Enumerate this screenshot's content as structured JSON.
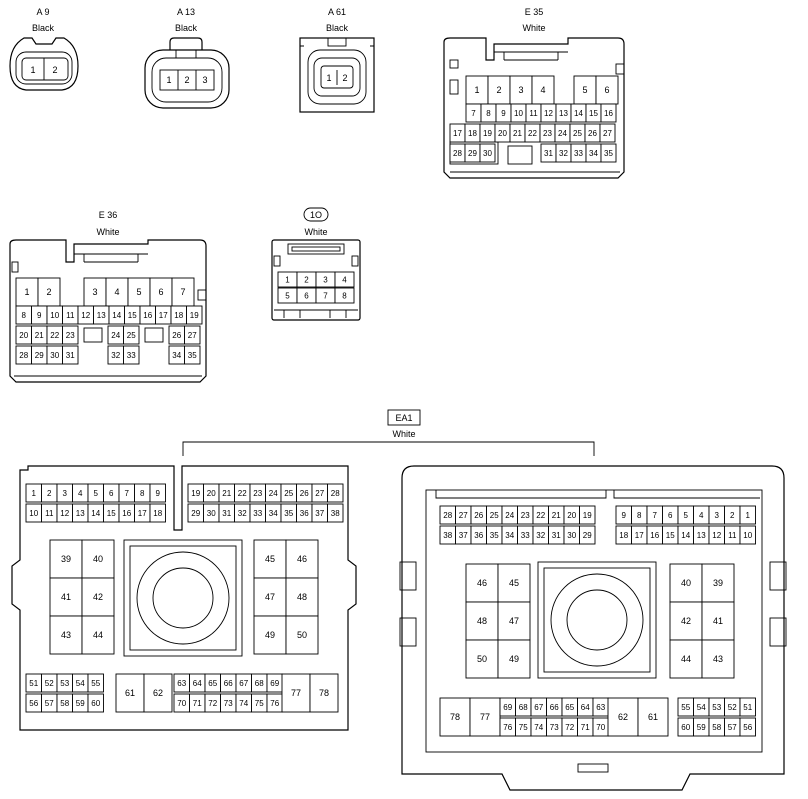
{
  "connectors": {
    "a9": {
      "name": "A 9",
      "color": "Black"
    },
    "a13": {
      "name": "A 13",
      "color": "Black"
    },
    "a61": {
      "name": "A 61",
      "color": "Black"
    },
    "e35": {
      "name": "E 35",
      "color": "White"
    },
    "e36": {
      "name": "E 36",
      "color": "White"
    },
    "io": {
      "name": "1O",
      "color": "White"
    },
    "ea1": {
      "name": "EA1",
      "color": "White"
    }
  },
  "a9_pins": [
    "1",
    "2"
  ],
  "a13_pins": [
    "1",
    "2",
    "3"
  ],
  "a61_pins": [
    "1",
    "2"
  ],
  "e35_rows": [
    [
      "1",
      "2",
      "3",
      "4",
      "5",
      "6"
    ],
    [
      "7",
      "8",
      "9",
      "10",
      "11",
      "12",
      "13",
      "14",
      "15",
      "16"
    ],
    [
      "17",
      "18",
      "19",
      "20",
      "21",
      "22",
      "23",
      "24",
      "25",
      "26",
      "27"
    ],
    [
      "28",
      "29",
      "30",
      "31",
      "32",
      "33",
      "34",
      "35"
    ]
  ],
  "e36_rows": [
    [
      "1",
      "2",
      "3",
      "4",
      "5",
      "6",
      "7"
    ],
    [
      "8",
      "9",
      "10",
      "11",
      "12",
      "13",
      "14",
      "15",
      "16",
      "17",
      "18",
      "19"
    ],
    [
      "20",
      "21",
      "22",
      "23",
      "24",
      "25",
      "26",
      "27"
    ],
    [
      "28",
      "29",
      "30",
      "31",
      "32",
      "33",
      "34",
      "35"
    ]
  ],
  "io_rows": [
    [
      "1",
      "2",
      "3",
      "4"
    ],
    [
      "5",
      "6",
      "7",
      "8"
    ]
  ],
  "ea1_left": {
    "top_a": [
      "1",
      "2",
      "3",
      "4",
      "5",
      "6",
      "7",
      "8",
      "9",
      "10",
      "11",
      "12",
      "13",
      "14",
      "15",
      "16",
      "17",
      "18"
    ],
    "top_b": [
      "19",
      "20",
      "21",
      "22",
      "23",
      "24",
      "25",
      "26",
      "27",
      "28",
      "29",
      "30",
      "31",
      "32",
      "33",
      "34",
      "35",
      "36",
      "37",
      "38"
    ],
    "big_left": [
      "39",
      "40",
      "41",
      "42",
      "43",
      "44"
    ],
    "big_right": [
      "45",
      "46",
      "47",
      "48",
      "49",
      "50"
    ],
    "small": [
      "51",
      "52",
      "53",
      "54",
      "55",
      "56",
      "57",
      "58",
      "59",
      "60"
    ],
    "bottom_mid": [
      "61",
      "62",
      "63",
      "64",
      "65",
      "66",
      "67",
      "68",
      "69",
      "70",
      "71",
      "72",
      "73",
      "74",
      "75",
      "76",
      "77",
      "78"
    ]
  },
  "ea1_right": {
    "top_a": [
      "28",
      "27",
      "26",
      "25",
      "24",
      "23",
      "22",
      "21",
      "20",
      "19",
      "38",
      "37",
      "36",
      "35",
      "34",
      "33",
      "32",
      "31",
      "30",
      "29"
    ],
    "top_b": [
      "9",
      "8",
      "7",
      "6",
      "5",
      "4",
      "3",
      "2",
      "1",
      "18",
      "17",
      "16",
      "15",
      "14",
      "13",
      "12",
      "11",
      "10"
    ],
    "big_left": [
      "46",
      "45",
      "48",
      "47",
      "50",
      "49"
    ],
    "big_right": [
      "40",
      "39",
      "42",
      "41",
      "44",
      "43"
    ],
    "bottom_mid": [
      "78",
      "77",
      "69",
      "68",
      "67",
      "66",
      "65",
      "64",
      "63",
      "76",
      "75",
      "74",
      "73",
      "72",
      "71",
      "70",
      "62",
      "61"
    ],
    "small": [
      "55",
      "54",
      "53",
      "52",
      "51",
      "60",
      "59",
      "58",
      "57",
      "56"
    ]
  }
}
